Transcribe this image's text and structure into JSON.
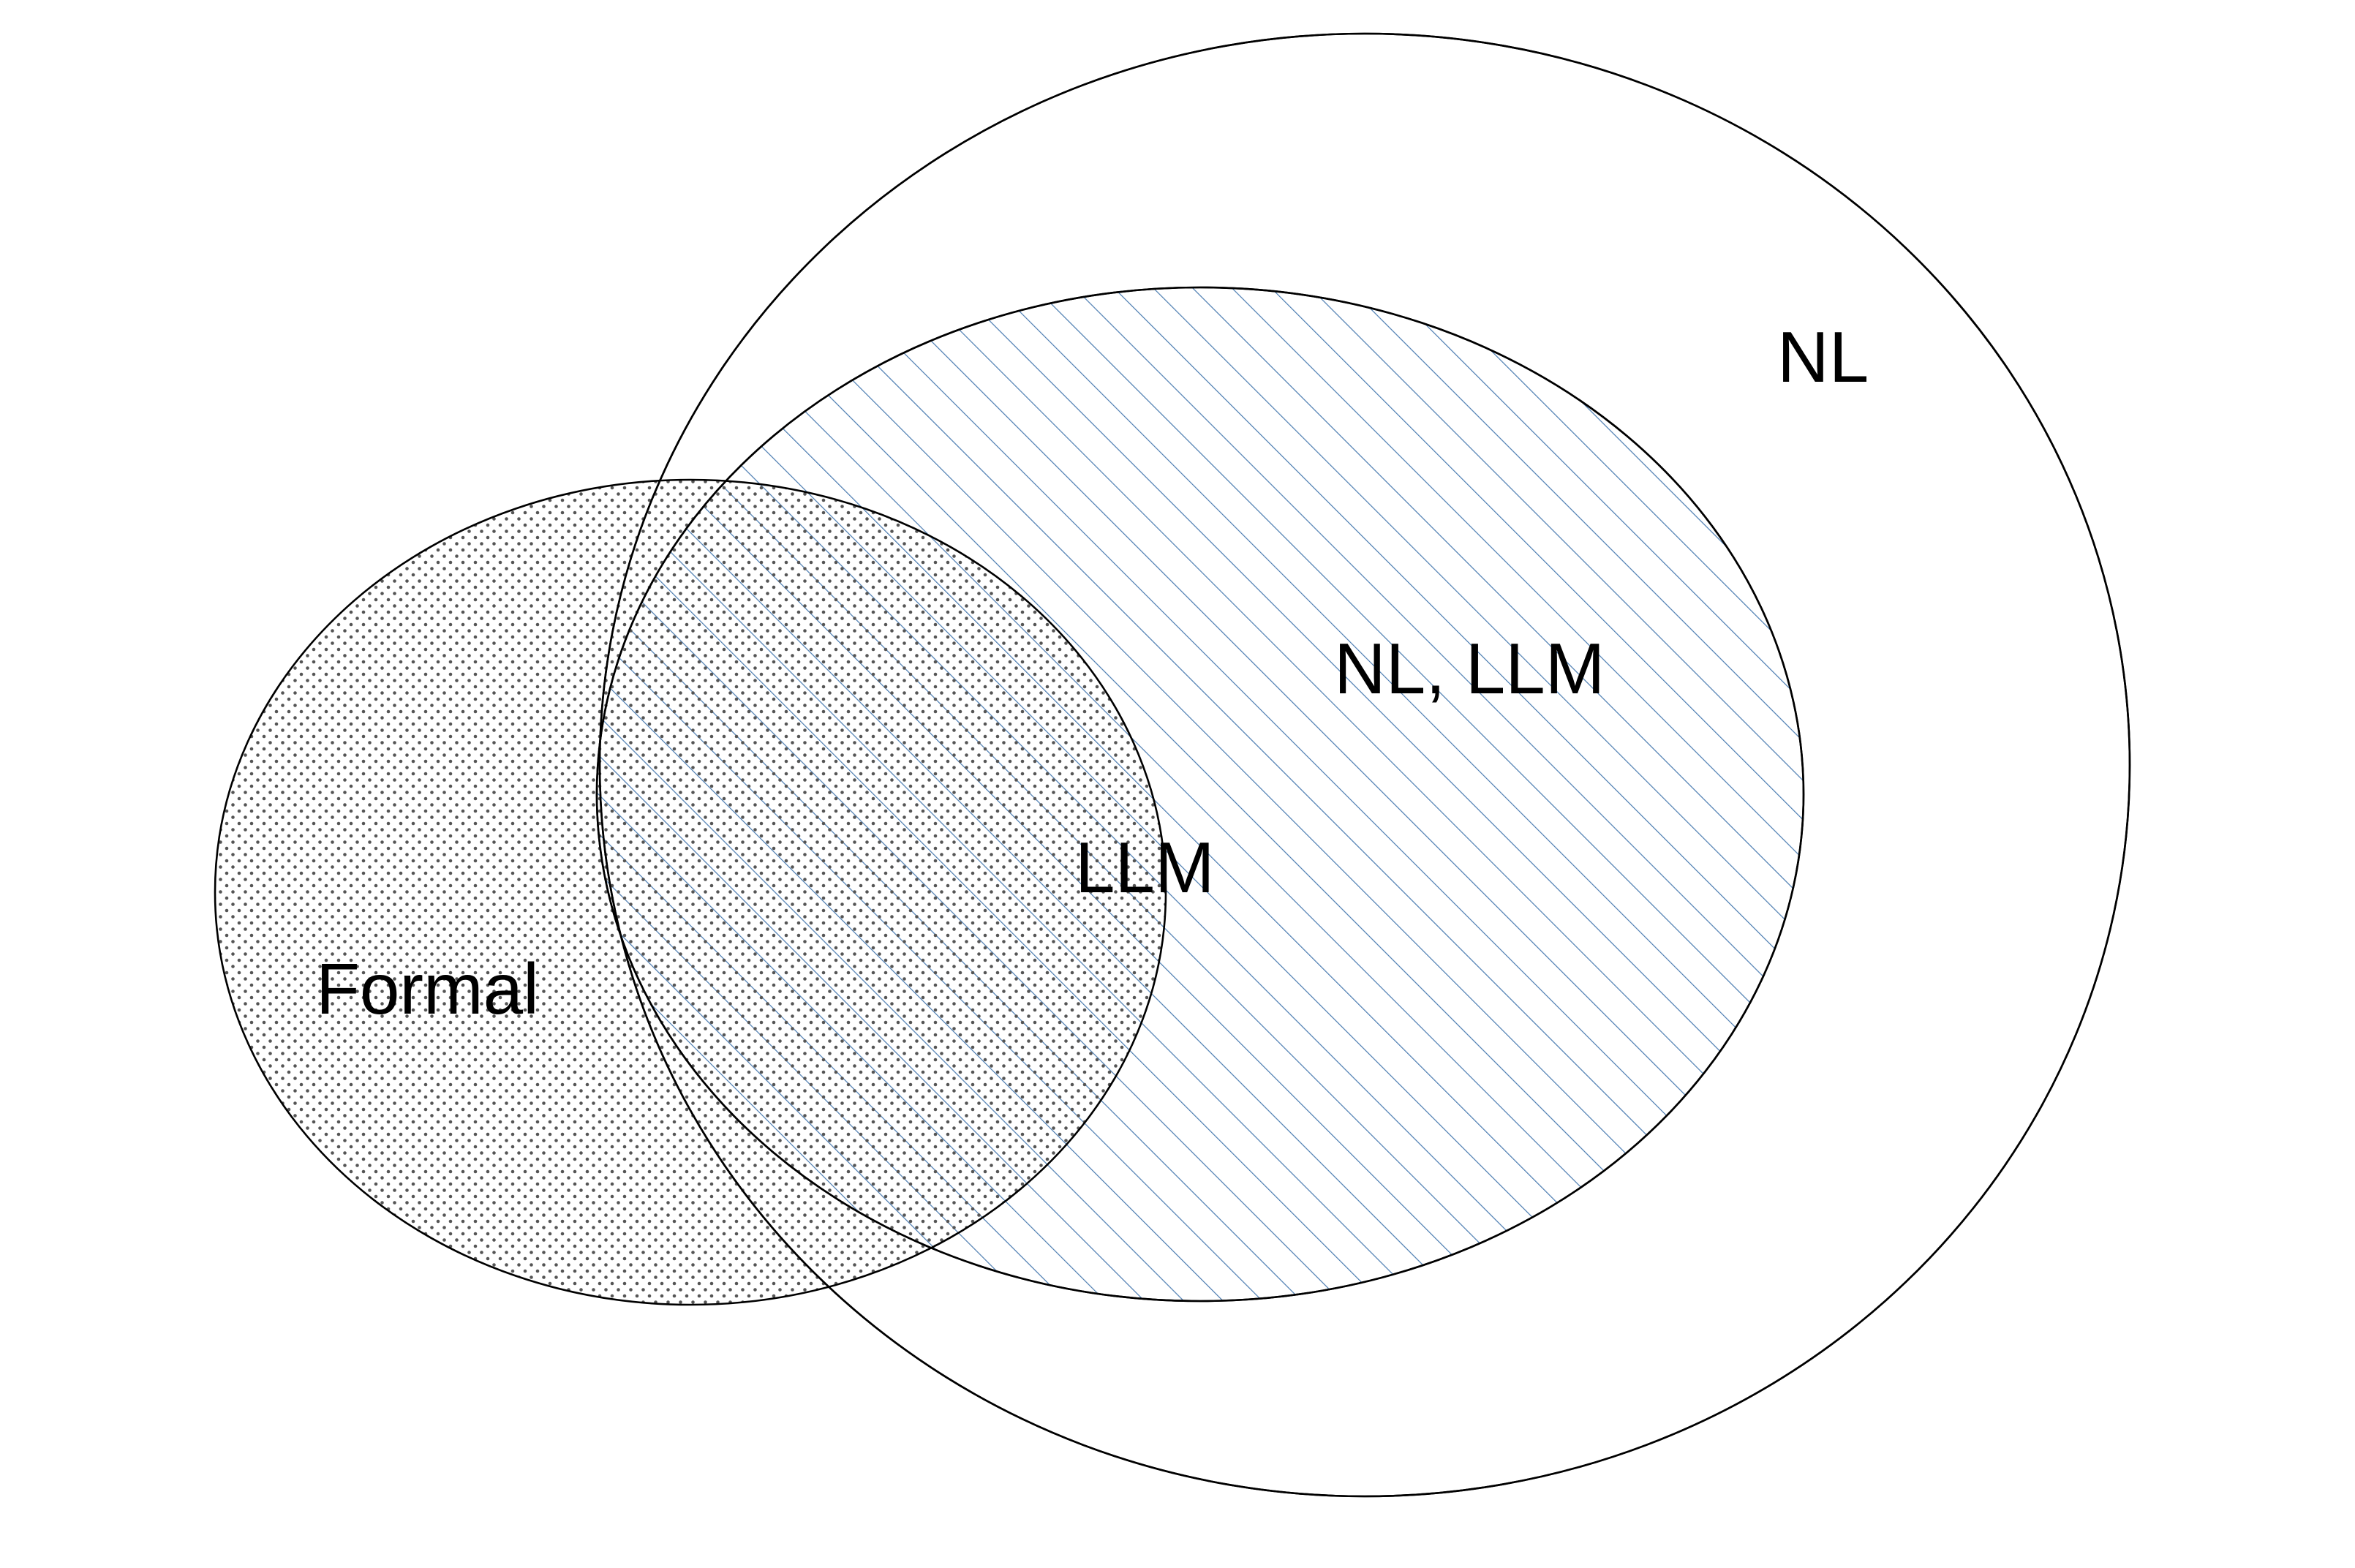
{
  "labels": {
    "nl": "NL",
    "nl_llm": "NL, LLM",
    "llm": "LLM",
    "formal": "Formal"
  },
  "colors": {
    "outline": "#000000",
    "hatch": "#4a7bb0",
    "dots": "#555555",
    "background": "#ffffff"
  }
}
